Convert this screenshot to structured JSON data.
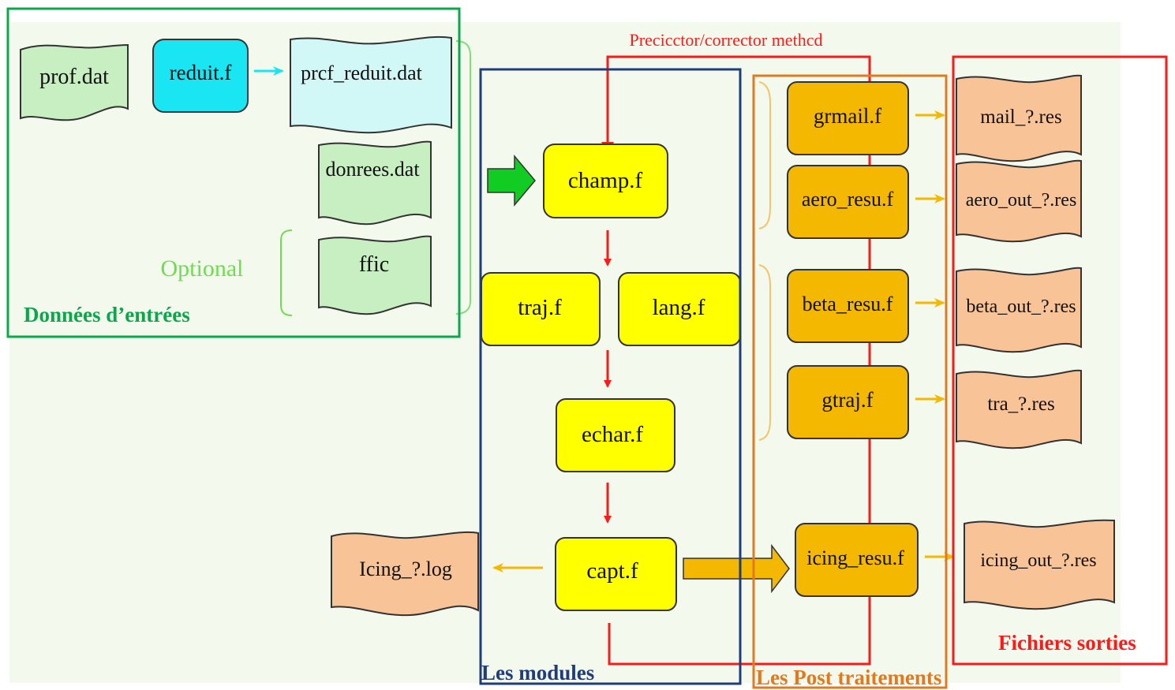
{
  "colors": {
    "bg_panel": "#f4f9ee",
    "green_frame": "#0aa84a",
    "blue_frame": "#1f3d7a",
    "orange_frame": "#e07a20",
    "red_frame": "#ff1a1a",
    "red_line": "#ff1a1a",
    "yellow_box": "#ffff00",
    "orange_box": "#f5b800",
    "peach_doc": "#f8c497",
    "light_green_doc": "#c8efc2",
    "light_cyan_doc": "#d2f7f7",
    "cyan_box": "#19e6f2",
    "green_arrow": "#11cc22",
    "gold_arrow": "#f5b800",
    "optional_text": "#6fdc4f"
  },
  "labels": {
    "predictor_corrector": "Precicctor/corrector methcd",
    "optional": "Optional"
  },
  "frames": {
    "input": "Données d’entrées",
    "modules": "Les modules",
    "post": "Les Post traitements",
    "output": "Fichiers sorties"
  },
  "input_docs": {
    "prof": "prof.dat",
    "reduit": "reduit.f",
    "prof_reduit": "prcf_reduit.dat",
    "donnees": "donrees.dat",
    "ffic": "ffic"
  },
  "modules": {
    "champ": "champ.f",
    "traj": "traj.f",
    "lang": "lang.f",
    "echar": "echar.f",
    "capt": "capt.f"
  },
  "log_doc": "Icing_?.log",
  "post": {
    "grmail": "grmail.f",
    "aero": "aero_resu.f",
    "beta": "beta_resu.f",
    "gtraj": "gtraj.f",
    "icing": "icing_resu.f"
  },
  "outputs": {
    "mail": "mail_?.res",
    "aero": "aero_out_?.res",
    "beta": "beta_out_?.res",
    "tra": "tra_?.res",
    "icing": "icing_out_?.res"
  }
}
